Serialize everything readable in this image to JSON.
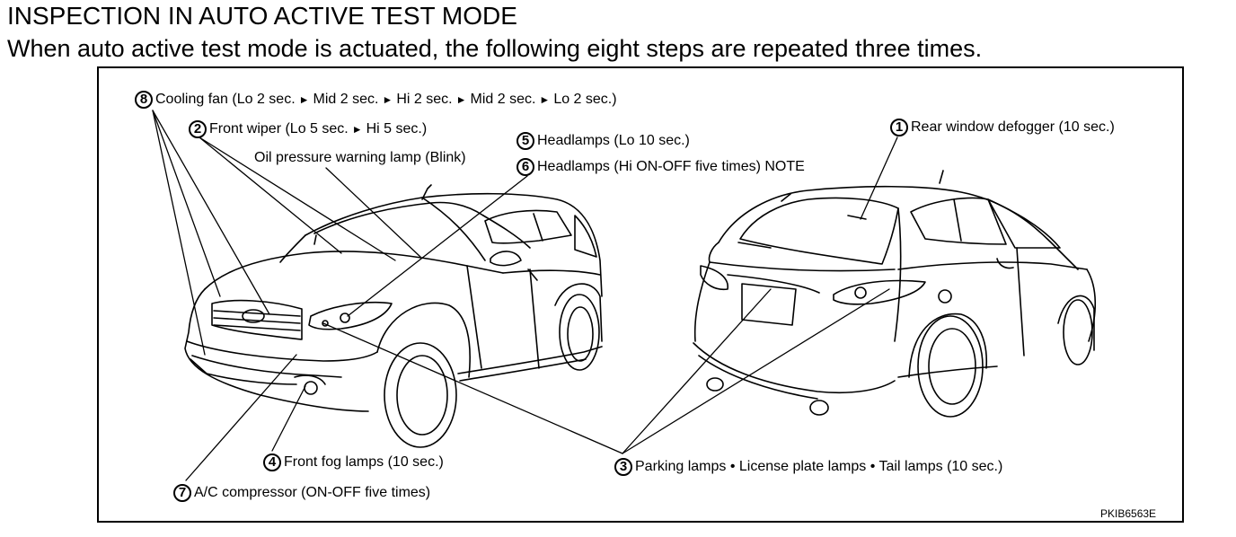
{
  "heading": {
    "title": "INSPECTION IN AUTO ACTIVE TEST MODE",
    "subtitle": "When auto active test mode is actuated, the following eight steps are repeated three times."
  },
  "callouts": {
    "cooling_fan": {
      "num": "8",
      "text_a": "Cooling fan (Lo 2 sec.",
      "text_b": "Mid 2 sec.",
      "text_c": "Hi 2 sec.",
      "text_d": "Mid 2 sec.",
      "text_e": "Lo 2 sec.)"
    },
    "front_wiper": {
      "num": "2",
      "text_a": "Front wiper (Lo 5 sec.",
      "text_b": "Hi 5 sec.)"
    },
    "oil_pressure": {
      "text": "Oil pressure warning lamp (Blink)"
    },
    "headlamps_lo": {
      "num": "5",
      "text": "Headlamps (Lo 10 sec.)"
    },
    "headlamps_hi": {
      "num": "6",
      "text": "Headlamps (Hi ON-OFF five times) NOTE"
    },
    "rear_defogger": {
      "num": "1",
      "text": "Rear window defogger (10 sec.)"
    },
    "front_fog": {
      "num": "4",
      "text": "Front fog lamps (10 sec.)"
    },
    "ac_compressor": {
      "num": "7",
      "text": "A/C compressor (ON-OFF five times)"
    },
    "parking_lamps": {
      "num": "3",
      "text": "Parking lamps • License plate lamps • Tail lamps (10 sec.)"
    }
  },
  "figure_code": "PKIB6563E"
}
